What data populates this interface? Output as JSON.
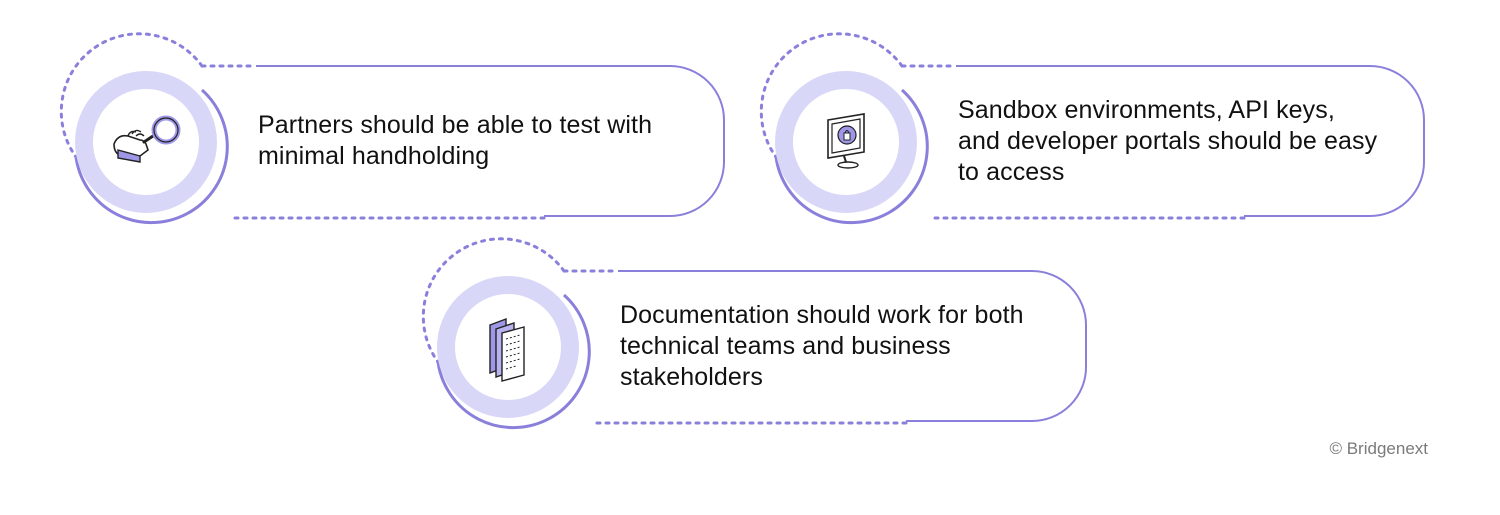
{
  "colors": {
    "accent": "#8a80dc",
    "ring": "#d9d7f8",
    "icon_fill": "#9e96e6",
    "text": "#111111",
    "muted": "#7a7a7a"
  },
  "cards": [
    {
      "text": "Partners should be able to test with minimal handholding",
      "icon": "magnifier-hand-icon"
    },
    {
      "text": "Sandbox environments, API keys, and developer portals should be easy to access",
      "icon": "monitor-lock-icon"
    },
    {
      "text": "Documentation should work for both technical teams and business stakeholders",
      "icon": "documents-icon"
    }
  ],
  "footer": {
    "copyright": "© Bridgenext"
  }
}
